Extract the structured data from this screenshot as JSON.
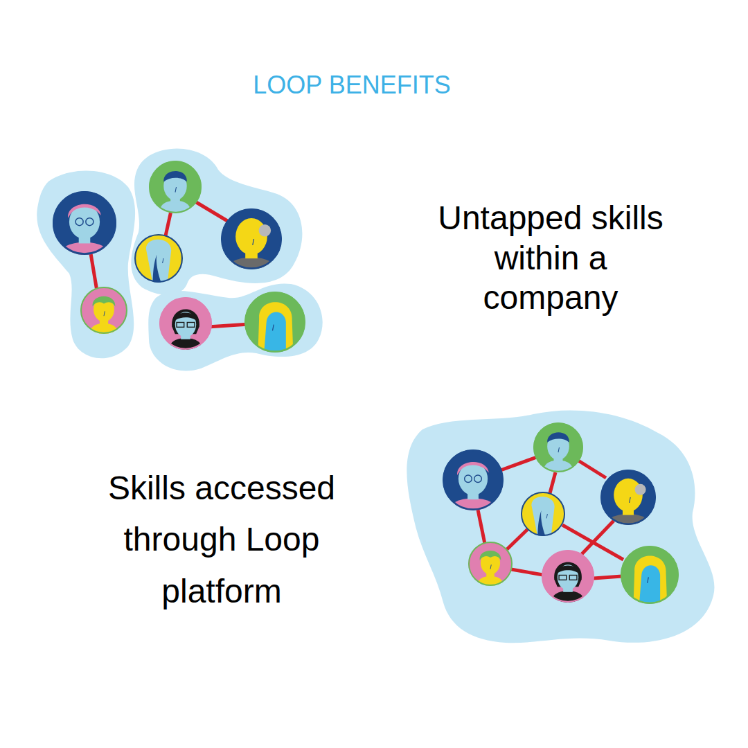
{
  "diagram": {
    "title": "LOOP BENEFITS",
    "labels": [
      "Untapped skills within a company",
      "Skills accessed through Loop platform"
    ]
  }
}
